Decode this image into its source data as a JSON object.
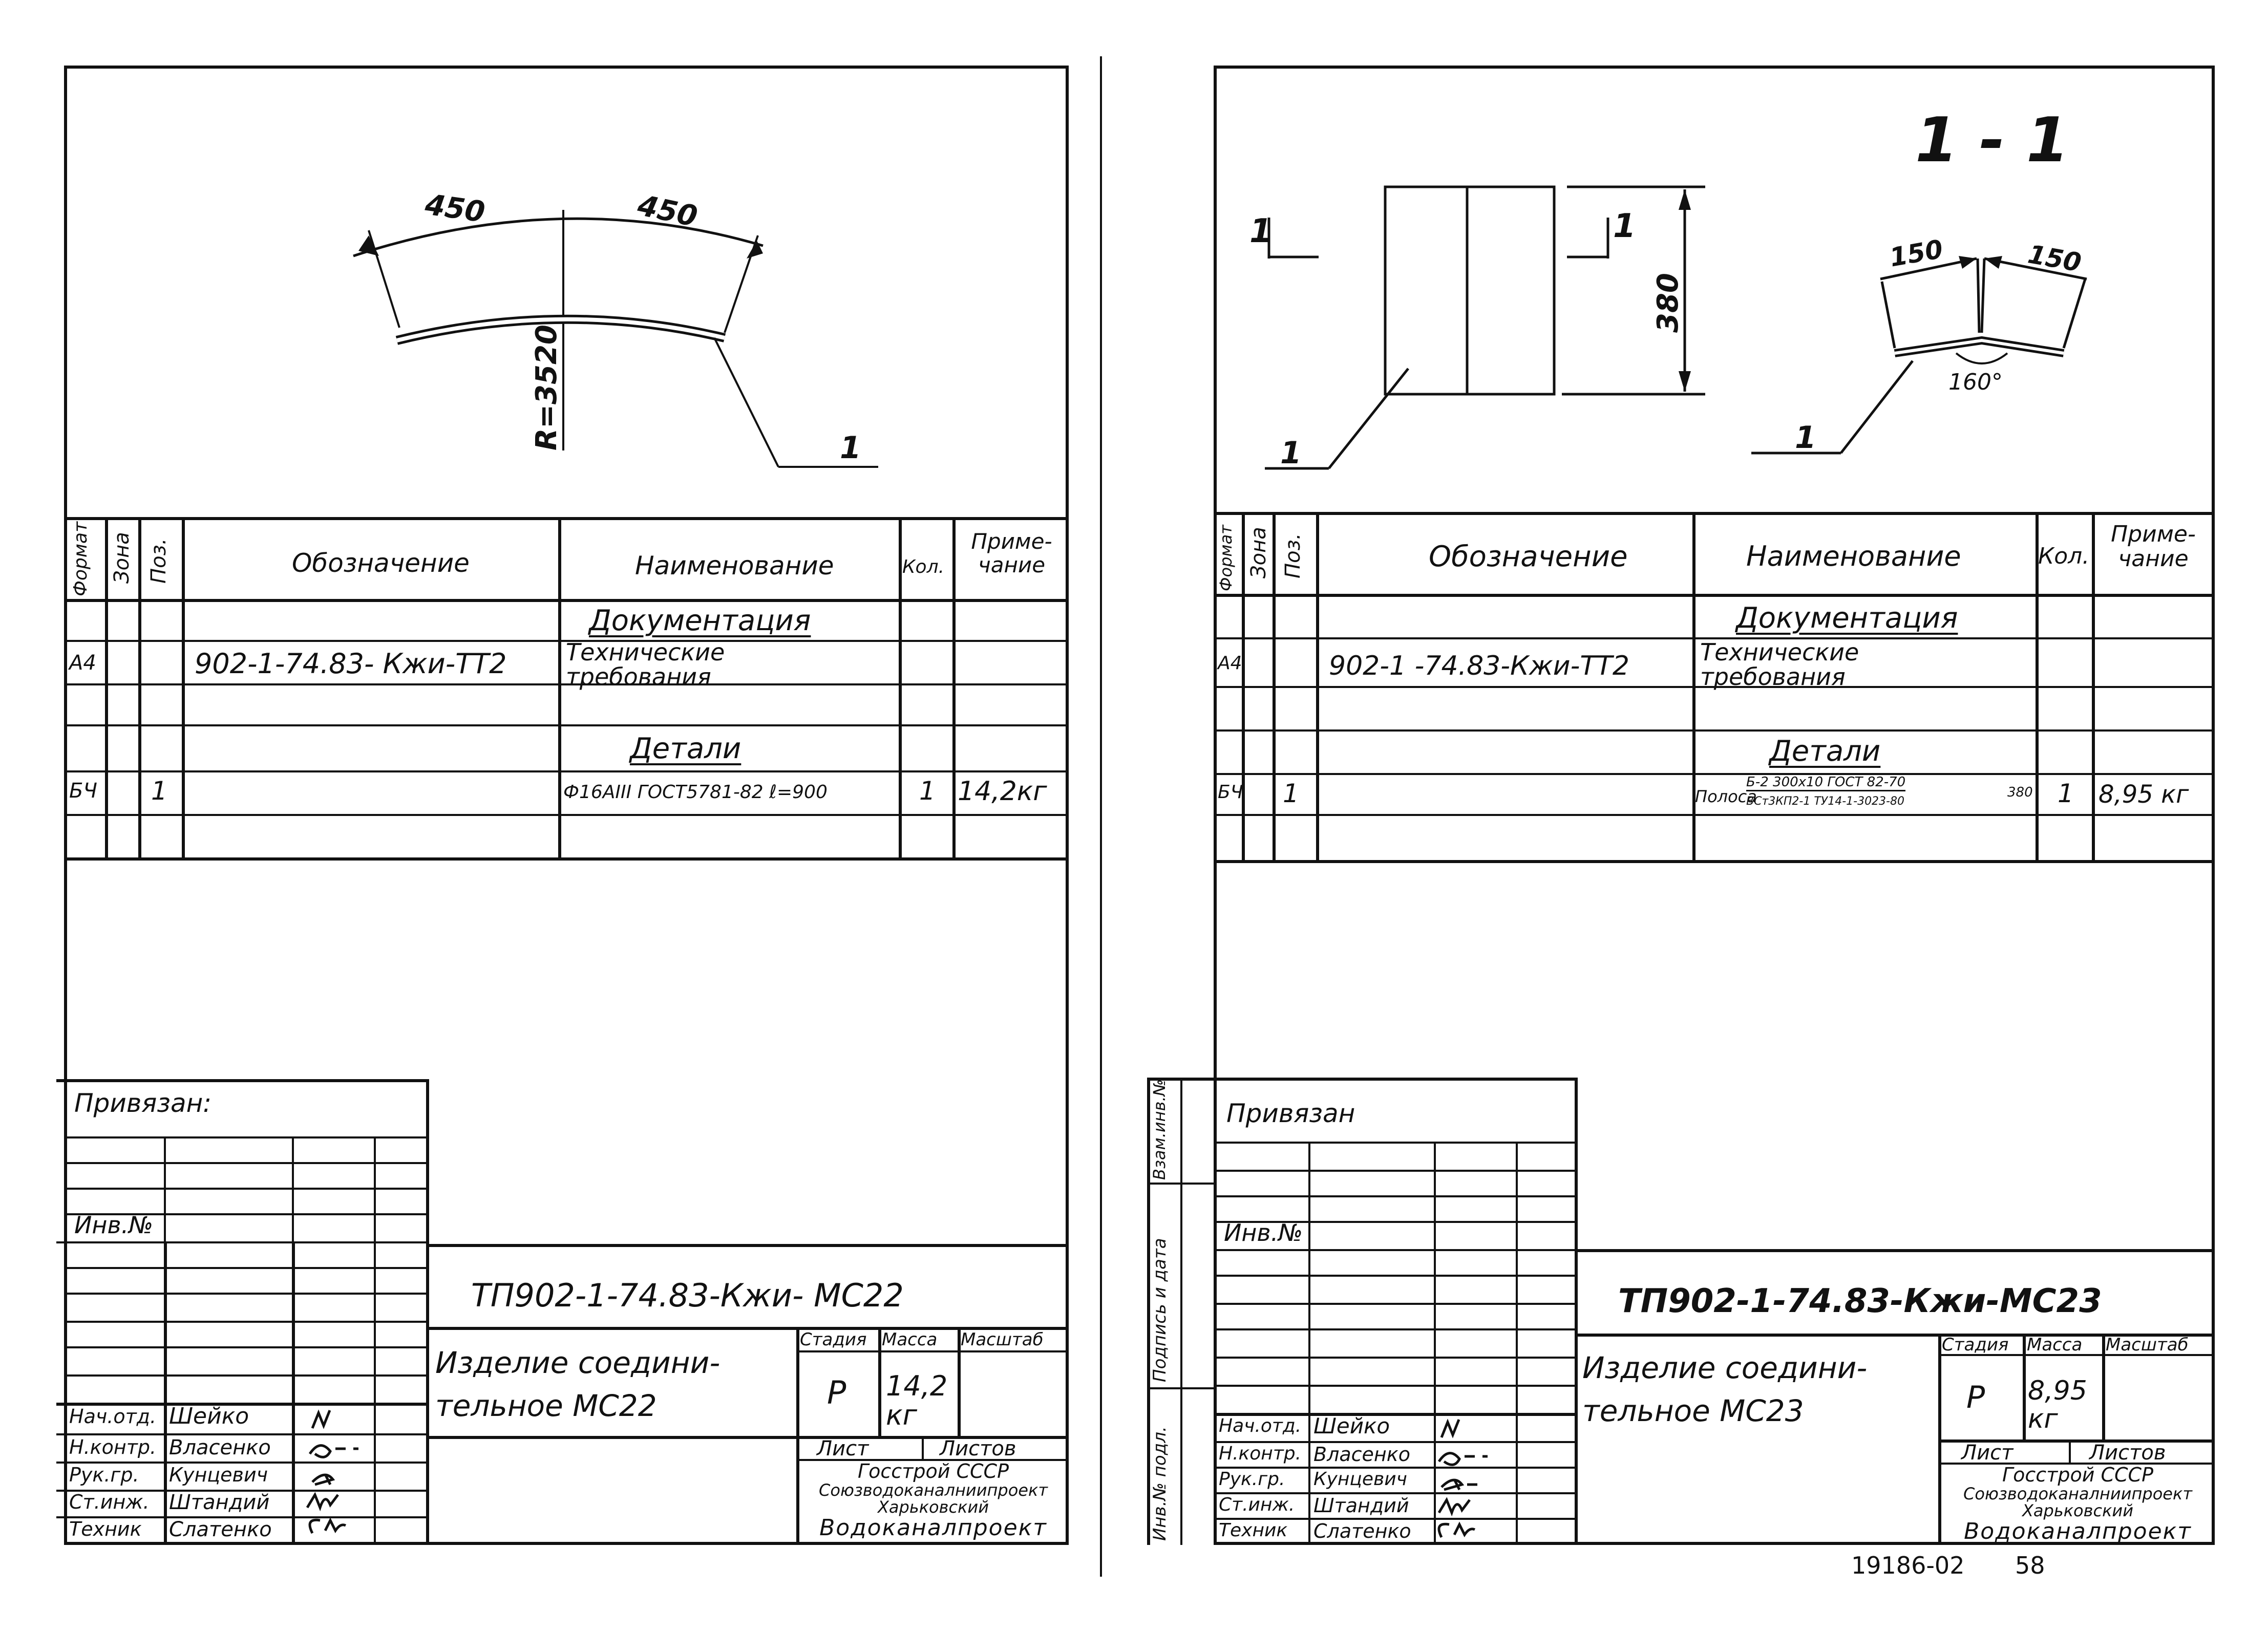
{
  "left": {
    "drawing": {
      "dim_left": "450",
      "dim_right": "450",
      "radius": "R=3520",
      "leader_label": "1"
    },
    "spec": {
      "headers": {
        "format": "Формат",
        "zone": "Зона",
        "pos": "Поз.",
        "designation": "Обозначение",
        "name": "Наименование",
        "qty": "Кол.",
        "note": "Приме- чание"
      },
      "section_documentation": "Документация",
      "doc_format": "А4",
      "doc_designation": "902-1-74.83- Кжи-ТТ2",
      "doc_name": "Технические требования",
      "section_details": "Детали",
      "detail_format": "БЧ",
      "detail_pos": "1",
      "detail_name": "Ф16АIII ГОСТ5781-82 ℓ=900",
      "detail_qty": "1",
      "detail_note": "14,2кг"
    },
    "binding": {
      "label": "Привязан:",
      "inv": "Инв.№"
    },
    "title": {
      "code": "ТП902-1-74.83-Кжи- МС22",
      "product_line1": "Изделие соедини-",
      "product_line2": "тельное МС22",
      "stage_h": "Стадия",
      "mass_h": "Масса",
      "scale_h": "Масштаб",
      "stage": "Р",
      "mass": "14,2 кг",
      "sheet_h": "Лист",
      "sheets_h": "Листов",
      "org1": "Госстрой СССР",
      "org2": "Союзводоканалниипроект",
      "org3": "Харьковский",
      "org4": "Водоканалпроект",
      "staff": [
        {
          "role": "Нач.отд.",
          "name": "Шейко"
        },
        {
          "role": "Н.контр.",
          "name": "Власенко"
        },
        {
          "role": "Рук.гр.",
          "name": "Кунцевич"
        },
        {
          "role": "Ст.инж.",
          "name": "Штандий"
        },
        {
          "role": "Техник",
          "name": "Слатенко"
        }
      ]
    }
  },
  "right": {
    "drawing": {
      "section_title": "1 - 1",
      "cut_left": "1",
      "cut_right": "1",
      "height_dim": "380",
      "leader_left": "1",
      "leader_right": "1",
      "dim_a": "150",
      "dim_b": "150",
      "angle": "160°"
    },
    "spec": {
      "headers": {
        "format": "Формат",
        "zone": "Зона",
        "pos": "Поз.",
        "designation": "Обозначение",
        "name": "Наименование",
        "qty": "Кол.",
        "note": "Приме- чание"
      },
      "section_documentation": "Документация",
      "doc_format": "А4",
      "doc_designation": "902-1 -74.83-Кжи-ТТ2",
      "doc_name": "Технические требования",
      "section_details": "Детали",
      "detail_format": "БЧ",
      "detail_pos": "1",
      "detail_name_prefix": "Полоса",
      "detail_name_top": "Б-2 300х10 ГОСТ 82-70",
      "detail_name_bottom": "ВСт3КП2-1 ТУ14-1-3023-80",
      "detail_len": "380",
      "detail_qty": "1",
      "detail_note": "8,95 кг"
    },
    "side_labels": {
      "a": "Взам.инв.№",
      "b": "Подпись и дата",
      "c": "Инв.№ подл."
    },
    "binding": {
      "label": "Привязан",
      "inv": "Инв.№"
    },
    "title": {
      "code": "ТП902-1-74.83-Кжи-МС23",
      "product_line1": "Изделие соедини-",
      "product_line2": "тельное МС23",
      "stage_h": "Стадия",
      "mass_h": "Масса",
      "scale_h": "Масштаб",
      "stage": "Р",
      "mass": "8,95 кг",
      "sheet_h": "Лист",
      "sheets_h": "Листов",
      "org1": "Госстрой СССР",
      "org2": "Союзводоканалниипроект",
      "org3": "Харьковский",
      "org4": "Водоканалпроект",
      "staff": [
        {
          "role": "Нач.отд.",
          "name": "Шейко"
        },
        {
          "role": "Н.контр.",
          "name": "Власенко"
        },
        {
          "role": "Рук.гр.",
          "name": "Кунцевич"
        },
        {
          "role": "Ст.инж.",
          "name": "Штандий"
        },
        {
          "role": "Техник",
          "name": "Слатенко"
        }
      ]
    }
  },
  "footer": {
    "stamp": "19186-02",
    "page": "58"
  }
}
